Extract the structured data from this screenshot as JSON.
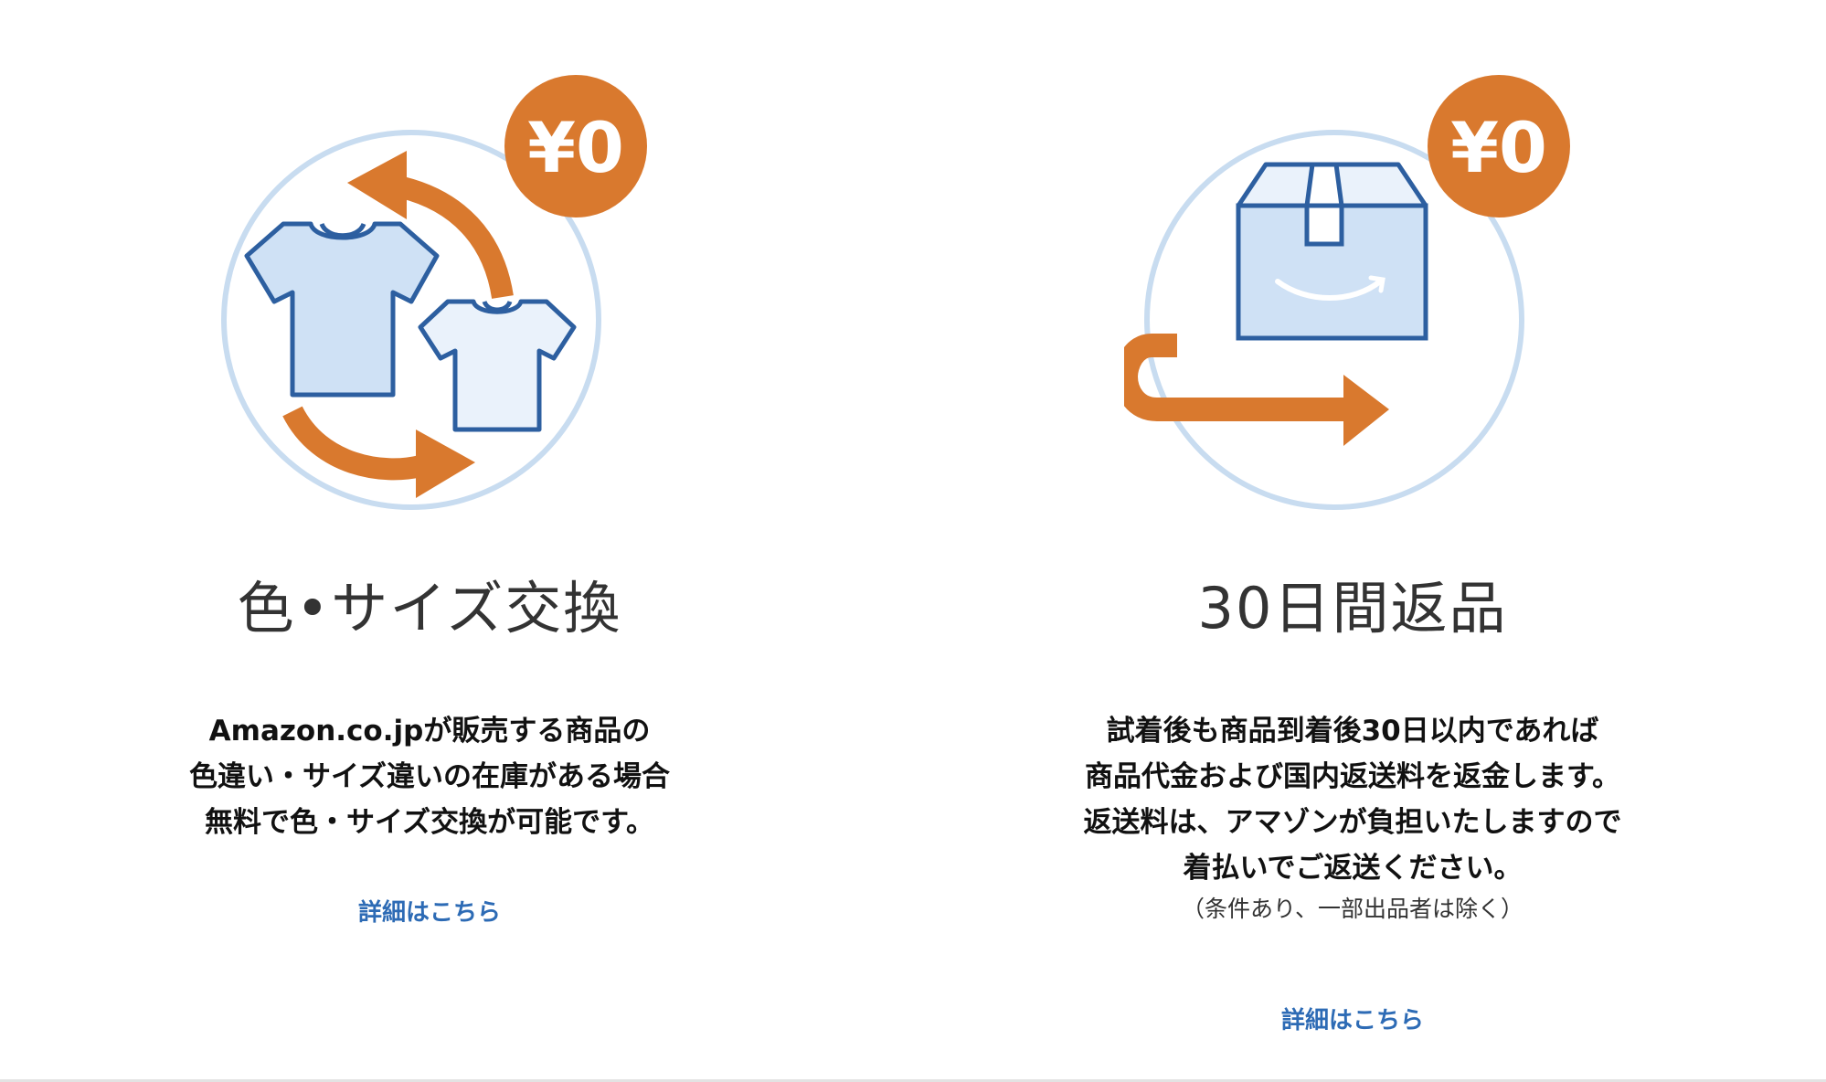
{
  "colors": {
    "accent_orange": "#d9792e",
    "circle_blue": "#c8dcf0",
    "icon_stroke_blue": "#2d5fa0",
    "icon_fill_blue": "#cfe1f5",
    "icon_fill_light": "#eaf2fb",
    "link_blue": "#2d6bb5"
  },
  "exchange": {
    "badge": "¥0",
    "title": "色•サイズ交換",
    "description": [
      "Amazon.co.jpが販売する商品の",
      "色違い・サイズ違いの在庫がある場合",
      "無料で色・サイズ交換が可能です。"
    ],
    "link": "詳細はこちら",
    "icons": [
      "exchange-arrows-icon",
      "tshirt-icon",
      "tshirt-small-icon"
    ]
  },
  "returns": {
    "badge": "¥0",
    "title": "30日間返品",
    "description": [
      "試着後も商品到着後30日以内であれば",
      "商品代金および国内返送料を返金します。",
      "返送料は、アマゾンが負担いたしますので",
      "着払いでご返送ください。"
    ],
    "note": "（条件あり、一部出品者は除く）",
    "link": "詳細はこちら",
    "icons": [
      "package-box-icon",
      "return-arrow-icon"
    ]
  }
}
